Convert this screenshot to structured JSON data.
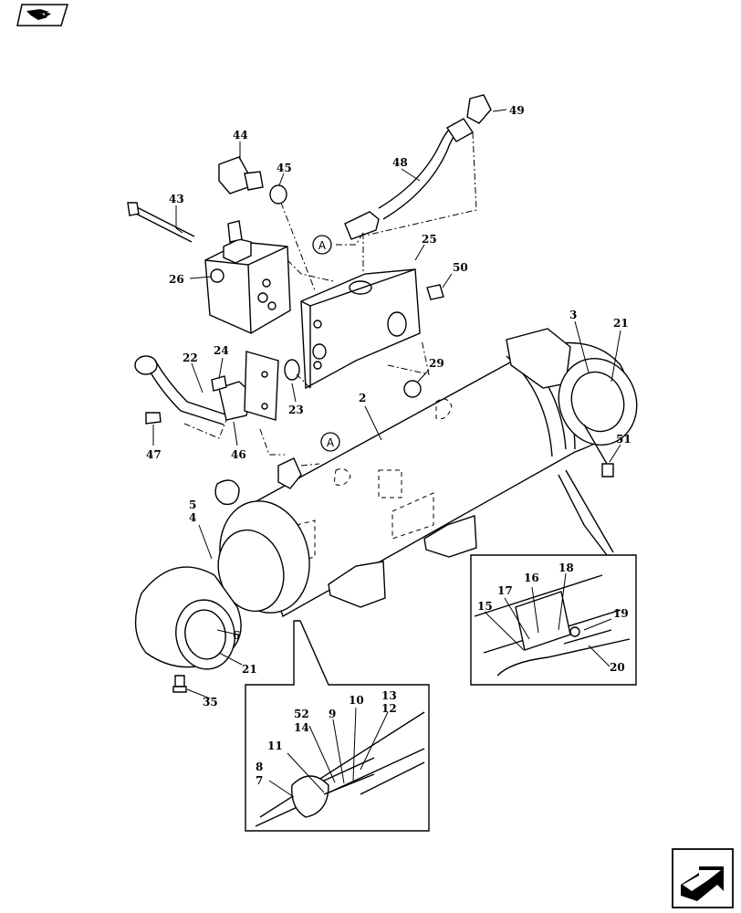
{
  "callouts": {
    "c2": "2",
    "c3": "3",
    "c4": "4",
    "c5": "5",
    "c6": "6",
    "c7": "7",
    "c8": "8",
    "c9": "9",
    "c10": "10",
    "c11": "11",
    "c12": "12",
    "c13": "13",
    "c14": "14",
    "c15": "15",
    "c16": "16",
    "c17": "17",
    "c18": "18",
    "c19": "19",
    "c20": "20",
    "c21a": "21",
    "c21b": "21",
    "c22": "22",
    "c23": "23",
    "c24": "24",
    "c25": "25",
    "c26": "26",
    "c29": "29",
    "c35": "35",
    "c43": "43",
    "c44": "44",
    "c45": "45",
    "c46": "46",
    "c47": "47",
    "c48": "48",
    "c49": "49",
    "c50": "50",
    "c51": "51",
    "c52": "52"
  },
  "ref_marks": {
    "a_upper": "A",
    "a_lower": "A"
  },
  "icons": {
    "top_left": "book-navigation-icon",
    "bottom_right": "next-page-arrow-icon"
  }
}
